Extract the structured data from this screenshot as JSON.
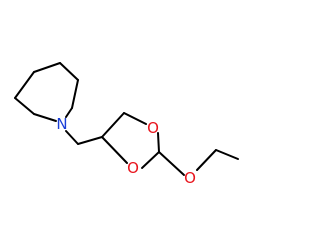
{
  "molecule": {
    "atoms": {
      "nitrogen": {
        "symbol": "N",
        "color": "#1a3fd8"
      },
      "ring_oxygen_top": {
        "symbol": "O",
        "color": "#e8141c"
      },
      "ring_oxygen_bottom": {
        "symbol": "O",
        "color": "#e8141c"
      },
      "ether_oxygen": {
        "symbol": "O",
        "color": "#e8141c"
      }
    },
    "bond_color": "#000000"
  }
}
